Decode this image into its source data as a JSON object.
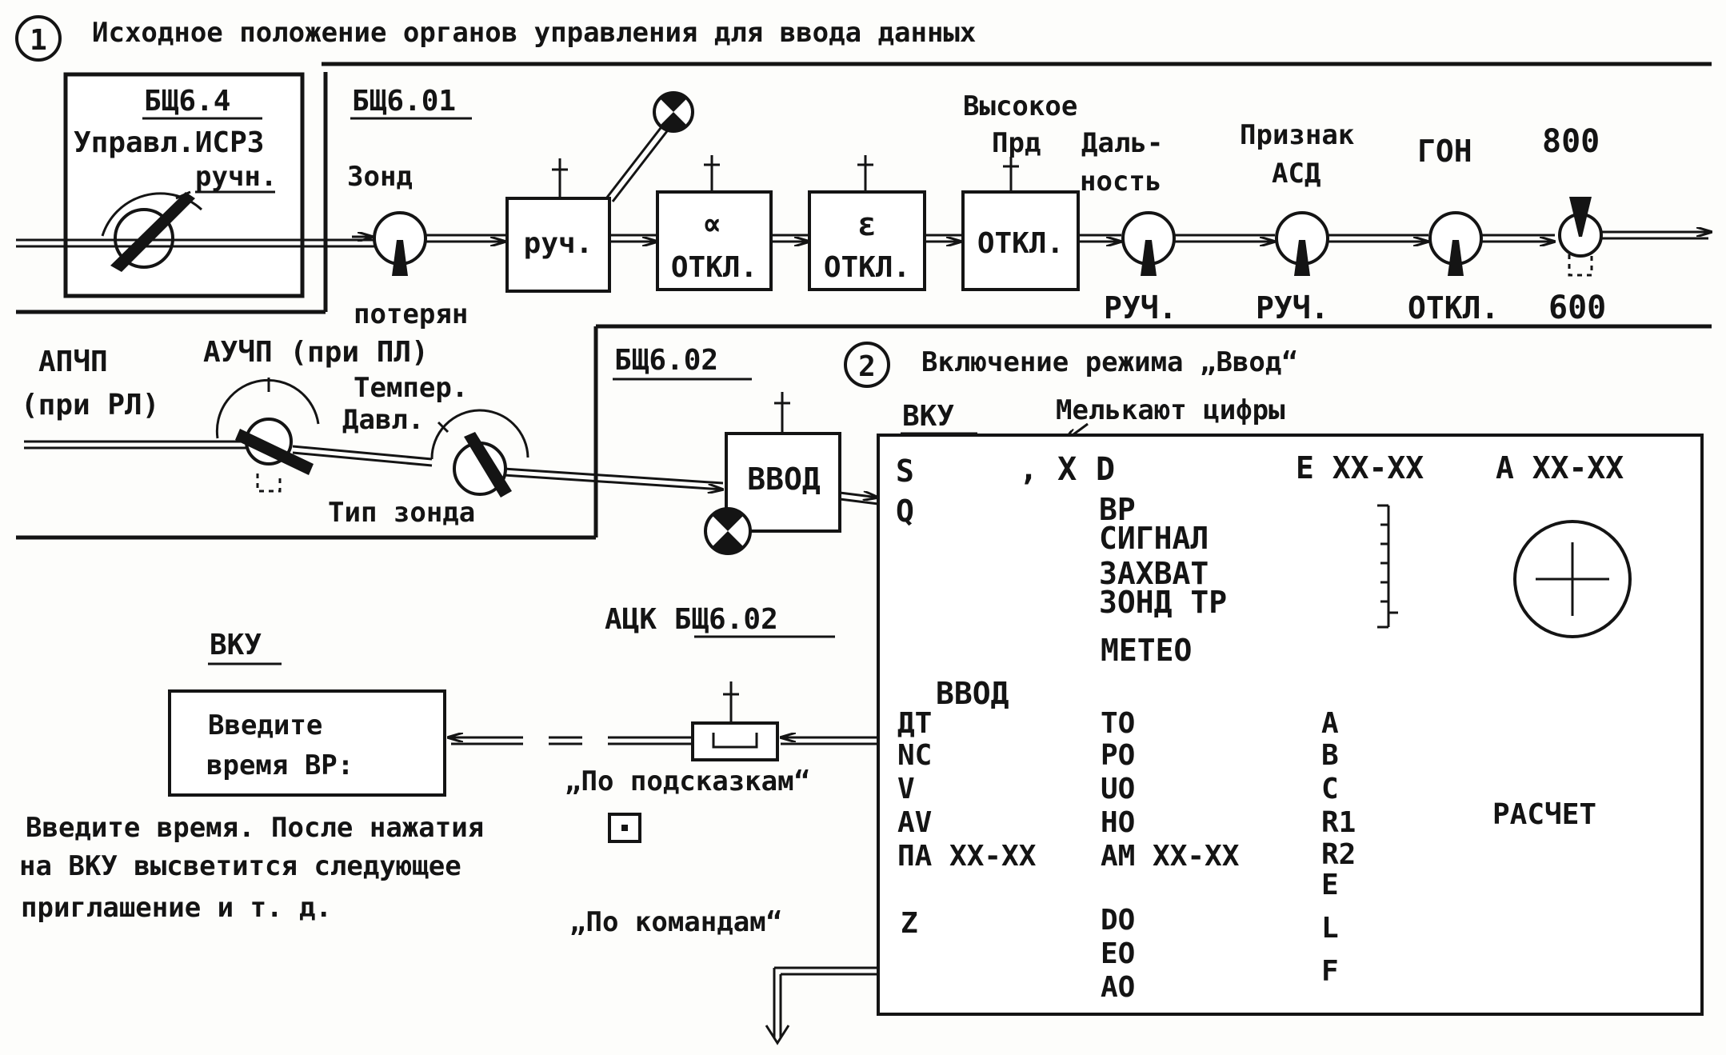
{
  "section1": {
    "number": "1",
    "title": "Исходное положение органов управления для ввода данных"
  },
  "panel_bsh64": {
    "title": "БЩ6.4",
    "label_line1": "Управл.ИСРЗ",
    "label_line2": "ручн."
  },
  "panel_bsh601": {
    "title": "БЩ6.01",
    "zond_label": "Зонд",
    "zond_state": "потерян",
    "box_manual": "руч.",
    "box_alpha_symbol": "∝",
    "box_alpha_state": "ОТКЛ.",
    "box_eps_symbol": "ε",
    "box_eps_state": "ОТКЛ.",
    "box_high_label1": "Высокое",
    "box_high_label2": "Прд",
    "box_high_state": "ОТКЛ.",
    "range_label1": "Даль-",
    "range_label2": "ность",
    "range_state": "РУЧ.",
    "asd_label1": "Признак",
    "asd_label2": "АСД",
    "asd_state": "РУЧ.",
    "gon_label": "ГОН",
    "gon_state": "ОТКЛ.",
    "freq_top": "800",
    "freq_bottom": "600"
  },
  "left_controls": {
    "apchp_line1": "АПЧП",
    "apchp_line2": "(при РЛ)",
    "auchp_label": "АУЧП (при ПЛ)",
    "temper_label": "Темпер.",
    "davl_label": "Давл.",
    "zond_type": "Тип зонда"
  },
  "panel_bsh602": {
    "title": "БЩ6.02",
    "input_button": "ВВОД"
  },
  "section2": {
    "number": "2",
    "title": "Включение режима „Ввод“"
  },
  "vku_screen": {
    "title": "ВКУ",
    "note": "Мелькают цифры",
    "col1": [
      "S",
      "Q"
    ],
    "x_label": ", X",
    "d_label": "D",
    "e_field": "E XX-XX",
    "a_field": "A XX-XX",
    "status_list": [
      "ВР",
      "СИГНАЛ",
      "ЗАХВАТ",
      "ЗОНД ТР",
      "МЕТЕО"
    ],
    "input_header": "ВВОД",
    "params_left": [
      "ДТ",
      "NC",
      "V",
      "AV",
      "ПА XX-XX",
      "",
      "Z"
    ],
    "params_mid": [
      "TO",
      "PO",
      "UO",
      "HO",
      "AM XX-XX",
      "",
      "DO",
      "EO",
      "AO"
    ],
    "params_right": [
      "A",
      "B",
      "C",
      "R1",
      "R2",
      "E",
      "L",
      "F"
    ],
    "calc_label": "РАСЧЕТ"
  },
  "prompt_area": {
    "ack_label": "АЦК БЩ6.02",
    "vku_label": "ВКУ",
    "prompt_line1": "Введите",
    "prompt_line2": "время ВР:",
    "hint_mode": "„По подсказкам“",
    "cmd_mode": "„По командам“",
    "explain_line1": "Введите время. После нажатия",
    "explain_line2": "на ВКУ высветится следующее",
    "explain_line3": "приглашение и т. д."
  }
}
